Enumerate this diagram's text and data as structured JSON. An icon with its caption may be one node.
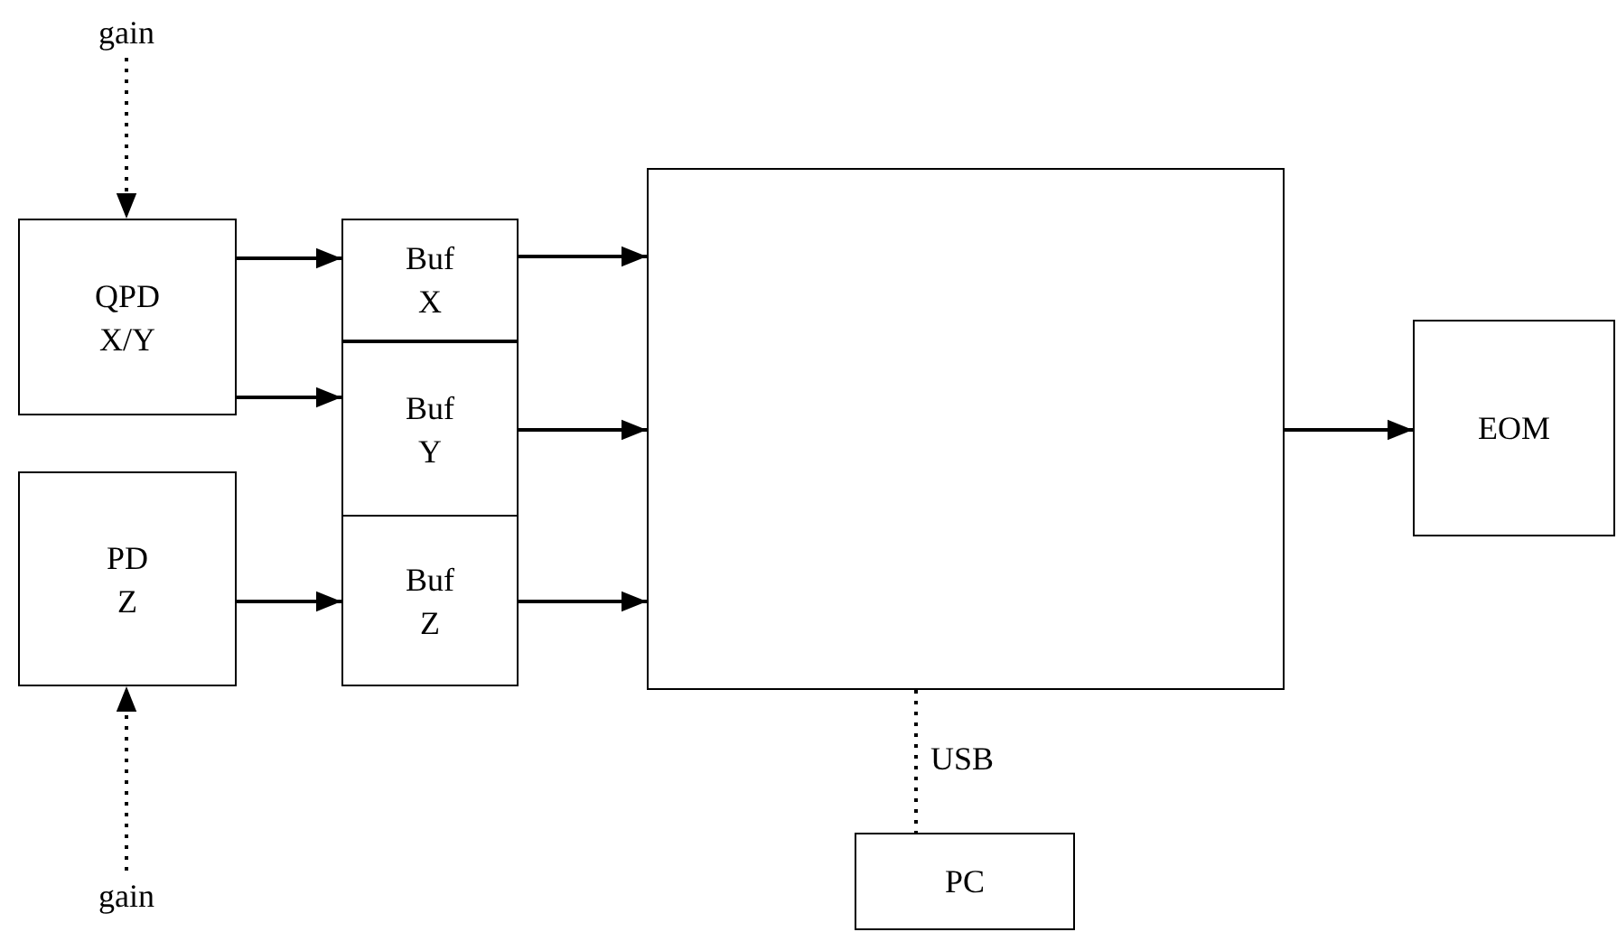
{
  "diagram": {
    "nodes": [
      {
        "text": [
          "gain"
        ]
      },
      {
        "text": [
          "QPD X/Y"
        ]
      },
      {
        "text": [
          "PD Z"
        ]
      },
      {
        "text": [
          "Buf X"
        ]
      },
      {
        "text": [
          "Buf Y"
        ]
      },
      {
        "text": [
          "Buf Z"
        ]
      },
      {
        "text": [],
        "shape": "box"
      },
      {
        "text": [
          "EOM"
        ]
      },
      {
        "text": [
          "PC"
        ]
      },
      {
        "text": [
          "gain"
        ]
      }
    ],
    "edges": [
      {
        "from": 0,
        "to": 1,
        "arrow": "to",
        "style": "dashed"
      },
      {
        "from": 1,
        "to": 3,
        "arrow": "to"
      },
      {
        "from": 1,
        "to": 4,
        "arrow": "to"
      },
      {
        "from": 2,
        "to": 5,
        "arrow": "to"
      },
      {
        "from": 3,
        "to": 6,
        "arrow": "to"
      },
      {
        "from": 4,
        "to": 6,
        "arrow": "to"
      },
      {
        "from": 5,
        "to": 6,
        "arrow": "to"
      },
      {
        "from": 6,
        "to": 7,
        "arrow": "to"
      },
      {
        "from": 6,
        "to": 8,
        "arrow": "none",
        "style": "dashed",
        "label": "USB"
      },
      {
        "from": 9,
        "to": 2,
        "arrow": "to",
        "style": "dashed"
      }
    ]
  }
}
